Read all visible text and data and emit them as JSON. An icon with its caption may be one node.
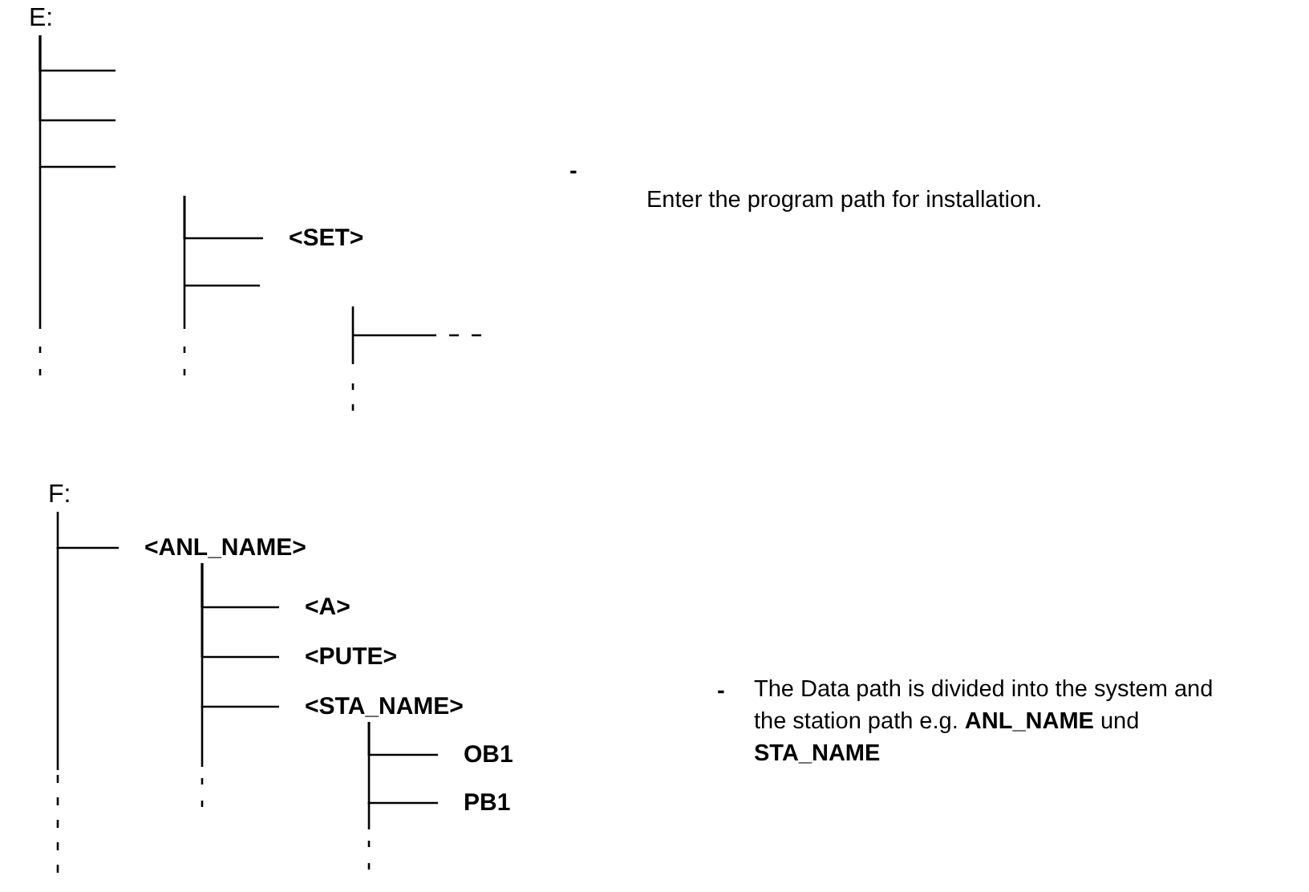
{
  "diagram": {
    "nodes": [
      {
        "text": [
          "E:"
        ]
      },
      {
        "text": [
          "<SET>"
        ]
      },
      {
        "text": [
          "F:"
        ]
      },
      {
        "text": [
          "<ANL_NAME>"
        ]
      },
      {
        "text": [
          "<A>"
        ]
      },
      {
        "text": [
          "<PUTE>"
        ]
      },
      {
        "text": [
          "<STA_NAME>"
        ]
      },
      {
        "text": [
          "OB1"
        ]
      },
      {
        "text": [
          "PB1"
        ]
      }
    ],
    "edges": [
      {
        "from": 0,
        "to": null,
        "arrow": "none"
      },
      {
        "from": 0,
        "to": null,
        "arrow": "none"
      },
      {
        "from": 0,
        "to": null,
        "arrow": "none"
      },
      {
        "from": null,
        "to": 1,
        "arrow": "none"
      },
      {
        "from": 2,
        "to": 3,
        "arrow": "none"
      },
      {
        "from": 3,
        "to": 4,
        "arrow": "none"
      },
      {
        "from": 3,
        "to": 5,
        "arrow": "none"
      },
      {
        "from": 3,
        "to": 6,
        "arrow": "none"
      },
      {
        "from": 6,
        "to": 7,
        "arrow": "none"
      },
      {
        "from": 6,
        "to": 8,
        "arrow": "none"
      }
    ],
    "labels": [
      "-",
      "Enter the program path for installation.",
      "-",
      "The Data path is divided into the system and the station path e.g. **ANL_NAME** und **STA_NAME**"
    ]
  }
}
